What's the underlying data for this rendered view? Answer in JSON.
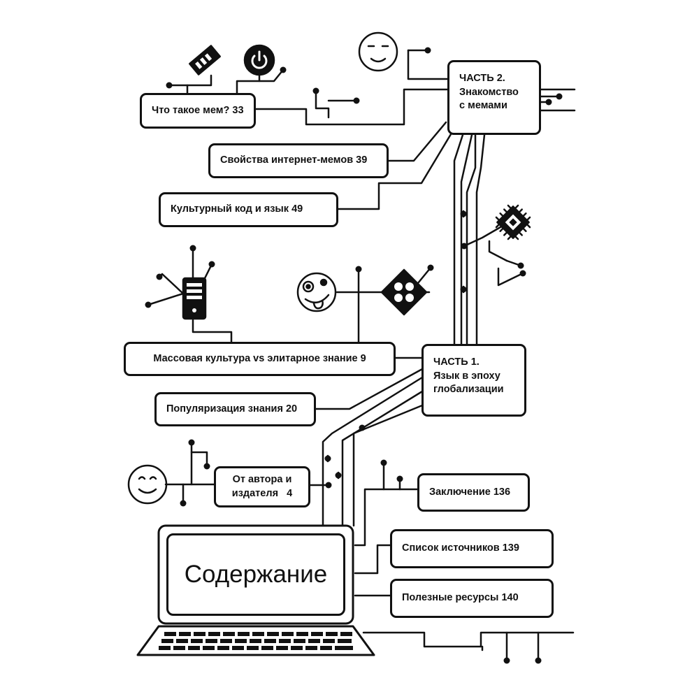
{
  "title": "Содержание",
  "part2": {
    "heading": "ЧАСТЬ 2.",
    "line1": "Знакомство",
    "line2": "с мемами"
  },
  "part1": {
    "heading": "ЧАСТЬ 1.",
    "line1": "Язык в эпоху",
    "line2": "глобализации"
  },
  "entries": [
    {
      "text": "Что такое мем? 33"
    },
    {
      "text": "Свойства интернет-мемов 39"
    },
    {
      "text": "Культурный код и язык 49"
    },
    {
      "text": "Массовая культура vs элитарное знание 9"
    },
    {
      "text": "Популяризация знания 20"
    },
    {
      "line1": "От автора и",
      "line2": "издателя   4"
    },
    {
      "text": "Заключение 136"
    },
    {
      "text": "Список источников 139"
    },
    {
      "text": "Полезные ресурсы 140"
    }
  ],
  "icons": [
    "smiley-face-icon",
    "memory-stick-icon",
    "power-button-icon",
    "microchip-icon",
    "server-tower-icon",
    "crazy-face-icon",
    "fan-chip-icon",
    "smile-icon",
    "laptop-icon",
    "keyboard-icon"
  ]
}
